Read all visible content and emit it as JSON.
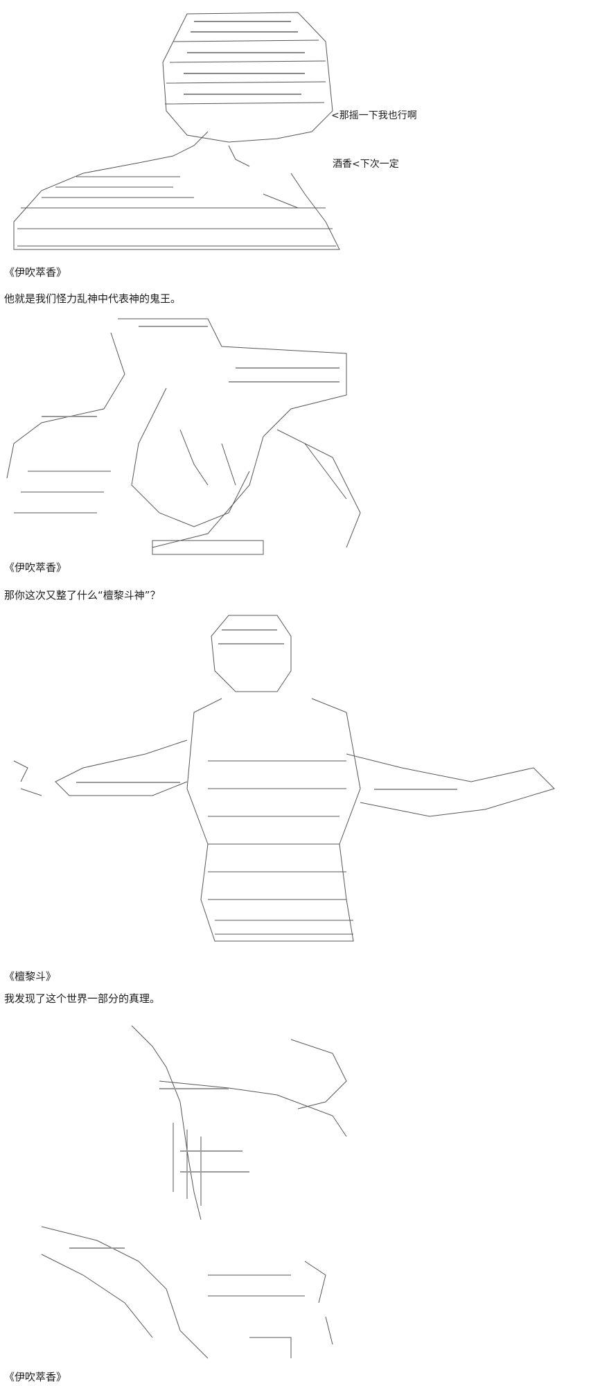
{
  "panels": [
    {
      "speech": [
        "<那摇一下我也行啊",
        "酒香<下次一定"
      ],
      "speaker": "《伊吹萃香》",
      "line": "他就是我们怪力乱神中代表神的鬼王。"
    },
    {
      "speaker": "《伊吹萃香》",
      "line": "那你这次又整了什么“檀黎斗神”？"
    },
    {
      "speaker": "《檀黎斗》",
      "line": "我发现了这个世界一部分的真理。"
    },
    {
      "speaker": "《伊吹萃香》"
    }
  ],
  "colors": {
    "ink": "#1a1a1a",
    "art": "#444444",
    "background": "#ffffff"
  }
}
